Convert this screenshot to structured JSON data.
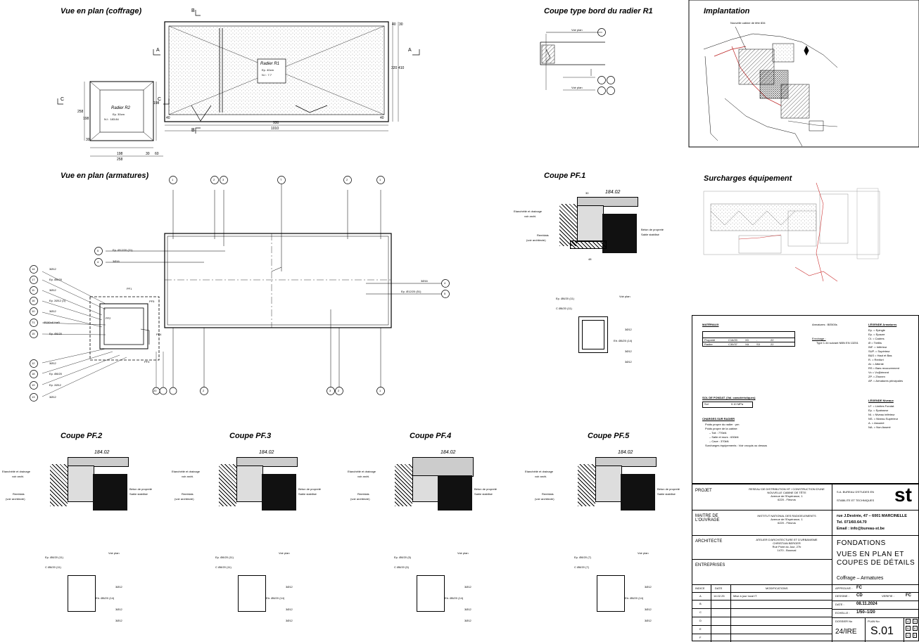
{
  "views": {
    "coffrage": "Vue en plan (coffrage)",
    "armatures": "Vue en plan (armatures)",
    "coupe_bord": "Coupe type bord du radier R1",
    "implantation": "Implantation",
    "pf1": "Coupe PF.1",
    "surcharges": "Surcharges équipement",
    "pf2": "Coupe PF.2",
    "pf3": "Coupe PF.3",
    "pf4": "Coupe PF.4",
    "pf5": "Coupe PF.5"
  },
  "radier_r1": {
    "name": "Radier R1",
    "ep": "Ep. 40cm",
    "ni": "N.I : 7.7"
  },
  "radier_r2": {
    "name": "Radier R2",
    "ep": "Ep. 30cm",
    "ni": "N.I : 183.84"
  },
  "dims": {
    "d930": "930",
    "d1010": "1010",
    "d40a": "40",
    "d40b": "40",
    "d320": "320",
    "d410": "410",
    "d40c": "40",
    "d30": "30",
    "d198a": "198",
    "d258": "258",
    "d198b": "198",
    "d30b": "30",
    "d60": "60",
    "d30c": "30",
    "d198c": "198",
    "d258b": "258"
  },
  "section_marks": {
    "a": "A",
    "b": "B",
    "c": "C"
  },
  "coupe_labels": {
    "voir_plan": "Voir plan",
    "level": "184.02",
    "d30": "30",
    "d48": "48",
    "etancheite": "Etanchéité et drainage",
    "voir_archi": "voir archi.",
    "remblais": "Remblais",
    "voir_architecte": "(voir architecte)",
    "beton": "Béton de propreté",
    "sable": "Sable stabilisé"
  },
  "implantation_note": "Nouvelle cabine de tête 834",
  "rebar": {
    "r3_12": "3Ø12",
    "r3_16": "3Ø16",
    "ep_12_20_21": "Ep. Ø12/20 (21)",
    "ep_12_20_51": "Ep. Ø12/20 (51)",
    "ep_8_20": "Ep. Ø8/20",
    "ep_2_12": "Ep. 2Ø12 (3)",
    "ep_2_12b": "Ep. 2Ø12",
    "ep_8_20_11": "Ep. Ø8/20 (11)",
    "c_8_20_11": "C Ø8/20 (11)",
    "c_8_20_5": "C Ø8/20 (5)",
    "c_8_20_7": "C Ø8/20 (7)",
    "ep_8_20_5": "Ep. Ø8/20 (5)",
    "ep_8_20_7": "Ep. Ø8/20 (7)",
    "etr_8_20_14": "Etr. Ø8/20 (14)",
    "treillis": "Ø150x8 HaB",
    "pf1": "PF1",
    "pf2": "PF2",
    "pf3": "PF3",
    "pf4": "PF4",
    "pf5": "PF5"
  },
  "bubbles": [
    "1",
    "2",
    "3",
    "4",
    "5",
    "6",
    "10",
    "11",
    "12",
    "13",
    "14",
    "15",
    "16",
    "17",
    "18",
    "19",
    "20",
    "T",
    "T1"
  ],
  "materiaux": {
    "title": "MATÉRIAUX",
    "armatures_label": "Armatures : BE500s",
    "enrobage_label": "Enrobage :",
    "enrobage_value": "Type 1.44 suivant NBN EN 13251",
    "row1": [
      "Propreté",
      "C16/20",
      "X0",
      "-",
      "22"
    ],
    "row2": [
      "Radier",
      "C30/37",
      "XA",
      "S3",
      "22"
    ]
  },
  "legende_armatures": {
    "title": "LÉGENDE Armatures",
    "items": [
      "Ep. = Epingle",
      "Ep. = Epaure",
      "Ct. = Cadres",
      "Ø = Treillis",
      "INF. = Inférieur",
      "SUP. = Supérieur",
      "B&S = Haut et Bas",
      "R. = Renfort",
      "At. = Attente",
      "RS = Bars recouvrement",
      "Vc = Vc@ément",
      "ZP. = Zhonen",
      "AP. = Armatures principales"
    ]
  },
  "legende_niveaux": {
    "title": "LÉGENDE Niveaux",
    "items": [
      "LF. = Limites Fondat.",
      "Ep. = Epaisseur",
      "NI. = Niveau inférieur",
      "NS. = Niveau Supérieur",
      "A. = Assumé",
      "NA. = Non Assmé"
    ]
  },
  "sol": {
    "title": "SOL DE FONDAT. (Val. caractéristiques)",
    "label": "Sol",
    "value": "0.10 MPa"
  },
  "charges": {
    "title": "CHARGES SUR RADIER",
    "items": [
      "Poids propre du radier : pm",
      "Poids propre de la cabine:",
      "– Toit : 770kN",
      "– Salle et murs : 630kN",
      "– Cave : 370kN",
      "Surcharges équipements : Voir croquis ou dessus"
    ]
  },
  "cartouche": {
    "projet_label": "PROJET",
    "projet_value": "RESEAU DE DISTRIBUTION HT / CONSTRUCTION D'UNE NOUVELLE CABINE DE TÊTE\nAvenue de l'Espérance, 1\n6220 - Fleurus",
    "maitre_label": "MAITRE DE L'OUVRAGE",
    "maitre_value": "INSTITUT NATIONAL DES RADIOELEMENTS\nAvenue de l'Espérance, 1\n6220 - Fleurus",
    "architecte_label": "ARCHITECTE",
    "architecte_value": "ATELIER D'ARCHITECTURE ET D'URBANISME\nCHRISTIAN BERGER\nRue Point du Jour, 27b\n1470 - Bousval",
    "entreprises_label": "ENTREPRISES",
    "bureau_line1": "S.A. BUREAU D'ETUDES EN",
    "bureau_line2": "STABILITE ET TECHNIQUES",
    "logo": "st",
    "address": "rue J.Destrée, 47 – 6001 MARCINELLE",
    "tel": "Tel. 071/60.64.70",
    "email": "Email : info@bureau-st.be",
    "title1": "FONDATIONS",
    "title2": "VUES EN PLAN ET",
    "title3": "COUPES DE DÉTAILS",
    "subtitle": "Coffrage – Armatures",
    "indice_label": "INDICE",
    "date_label": "DATE",
    "modifs_label": "MODIFICATIONS",
    "rows": [
      {
        "indice": "A",
        "date": "14.02.25",
        "mod": "Mise à jour local IT"
      },
      {
        "indice": "B",
        "date": "",
        "mod": ""
      },
      {
        "indice": "C",
        "date": "",
        "mod": ""
      },
      {
        "indice": "D",
        "date": "",
        "mod": ""
      },
      {
        "indice": "E",
        "date": "",
        "mod": ""
      },
      {
        "indice": "F",
        "date": "",
        "mod": ""
      }
    ],
    "approuve_label": "APPROUVE :",
    "approuve": "FC",
    "dessine_label": "DESSINE :",
    "dessine": "CD",
    "verifie_label": "VERIFIE :",
    "verifie": "FC",
    "date2_label": "DATE :",
    "date2": "08.11.2024",
    "echelle_label": "ECHELLE :",
    "echelle": "1/50–1/20",
    "dossier_label": "DOSSIER No",
    "dossier": "24/IRE",
    "plan_label": "PLAN No",
    "plan": "S.01",
    "letters": [
      "A",
      "D",
      "B",
      "E",
      "C",
      "F"
    ]
  }
}
